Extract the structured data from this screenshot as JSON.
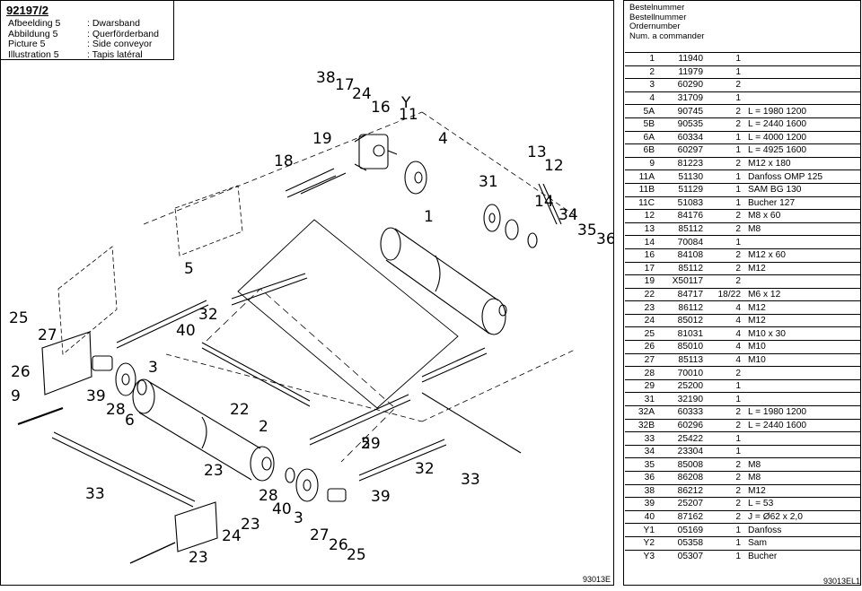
{
  "left_panel": {
    "doc_number": "92197/2",
    "caption": [
      {
        "key": "Afbeelding 5",
        "value": ": Dwarsband"
      },
      {
        "key": "Abbildung 5",
        "value": ": Querförderband"
      },
      {
        "key": "Picture 5",
        "value": ": Side conveyor"
      },
      {
        "key": "Illustration 5",
        "value": ": Tapis latéral"
      }
    ],
    "drawing_code": "93013E",
    "callouts": [
      "38",
      "17",
      "24",
      "16",
      "Y",
      "11",
      "19",
      "4",
      "18",
      "13",
      "12",
      "31",
      "14",
      "34",
      "35",
      "36",
      "1",
      "5",
      "32",
      "25",
      "27",
      "40",
      "26",
      "3",
      "9",
      "39",
      "28",
      "6",
      "22",
      "2",
      "29",
      "23",
      "33"
    ]
  },
  "right_panel": {
    "header": [
      "Bestelnummer",
      "Bestellnummer",
      "Ordernumber",
      "Num. a commander"
    ],
    "rows": [
      {
        "pos": "1",
        "number": "11940",
        "qty": "1",
        "note": ""
      },
      {
        "pos": "2",
        "number": "11979",
        "qty": "1",
        "note": ""
      },
      {
        "pos": "3",
        "number": "60290",
        "qty": "2",
        "note": ""
      },
      {
        "pos": "4",
        "number": "31709",
        "qty": "1",
        "note": ""
      },
      {
        "pos": "5A",
        "number": "90745",
        "qty": "2",
        "note": "L = 1980 1200"
      },
      {
        "pos": "5B",
        "number": "90535",
        "qty": "2",
        "note": "L = 2440 1600"
      },
      {
        "pos": "6A",
        "number": "60334",
        "qty": "1",
        "note": "L = 4000 1200"
      },
      {
        "pos": "6B",
        "number": "60297",
        "qty": "1",
        "note": "L = 4925 1600"
      },
      {
        "pos": "9",
        "number": "81223",
        "qty": "2",
        "note": "M12 x 180"
      },
      {
        "pos": "11A",
        "number": "51130",
        "qty": "1",
        "note": "Danfoss OMP 125"
      },
      {
        "pos": "11B",
        "number": "51129",
        "qty": "1",
        "note": "SAM BG 130"
      },
      {
        "pos": "11C",
        "number": "51083",
        "qty": "1",
        "note": "Bucher 127"
      },
      {
        "pos": "12",
        "number": "84176",
        "qty": "2",
        "note": "M8 x 60"
      },
      {
        "pos": "13",
        "number": "85112",
        "qty": "2",
        "note": "M8"
      },
      {
        "pos": "14",
        "number": "70084",
        "qty": "1",
        "note": ""
      },
      {
        "pos": "16",
        "number": "84108",
        "qty": "2",
        "note": "M12 x 60"
      },
      {
        "pos": "17",
        "number": "85112",
        "qty": "2",
        "note": "M12"
      },
      {
        "pos": "19",
        "number": "X50117",
        "qty": "2",
        "note": ""
      },
      {
        "pos": "22",
        "number": "84717",
        "qty": "18/22",
        "note": "M6 x 12"
      },
      {
        "pos": "23",
        "number": "86112",
        "qty": "4",
        "note": "M12"
      },
      {
        "pos": "24",
        "number": "85012",
        "qty": "4",
        "note": "M12"
      },
      {
        "pos": "25",
        "number": "81031",
        "qty": "4",
        "note": "M10 x 30"
      },
      {
        "pos": "26",
        "number": "85010",
        "qty": "4",
        "note": "M10"
      },
      {
        "pos": "27",
        "number": "85113",
        "qty": "4",
        "note": "M10"
      },
      {
        "pos": "28",
        "number": "70010",
        "qty": "2",
        "note": ""
      },
      {
        "pos": "29",
        "number": "25200",
        "qty": "1",
        "note": ""
      },
      {
        "pos": "31",
        "number": "32190",
        "qty": "1",
        "note": ""
      },
      {
        "pos": "32A",
        "number": "60333",
        "qty": "2",
        "note": "L = 1980 1200"
      },
      {
        "pos": "32B",
        "number": "60296",
        "qty": "2",
        "note": "L = 2440 1600"
      },
      {
        "pos": "33",
        "number": "25422",
        "qty": "1",
        "note": ""
      },
      {
        "pos": "34",
        "number": "23304",
        "qty": "1",
        "note": ""
      },
      {
        "pos": "35",
        "number": "85008",
        "qty": "2",
        "note": "M8"
      },
      {
        "pos": "36",
        "number": "86208",
        "qty": "2",
        "note": "M8"
      },
      {
        "pos": "38",
        "number": "86212",
        "qty": "2",
        "note": "M12"
      },
      {
        "pos": "39",
        "number": "25207",
        "qty": "2",
        "note": "L = 53"
      },
      {
        "pos": "40",
        "number": "87162",
        "qty": "2",
        "note": "J = Ø62 x 2,0"
      },
      {
        "pos": "Y1",
        "number": "05169",
        "qty": "1",
        "note": "Danfoss"
      },
      {
        "pos": "Y2",
        "number": "05358",
        "qty": "1",
        "note": "Sam"
      },
      {
        "pos": "Y3",
        "number": "05307",
        "qty": "1",
        "note": "Bucher"
      }
    ],
    "table_code": "93013EL1"
  }
}
